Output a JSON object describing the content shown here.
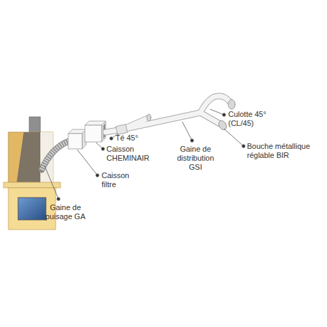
{
  "diagram": {
    "labels": [
      "Culotte 45° (CL/45)",
      "Bouche métallique réglable BIR",
      "Gaine de distribution GSI",
      "Té 45°",
      "Caisson CHEMINAIR",
      "Caisson filtre",
      "Gaine de puisage GA"
    ]
  }
}
